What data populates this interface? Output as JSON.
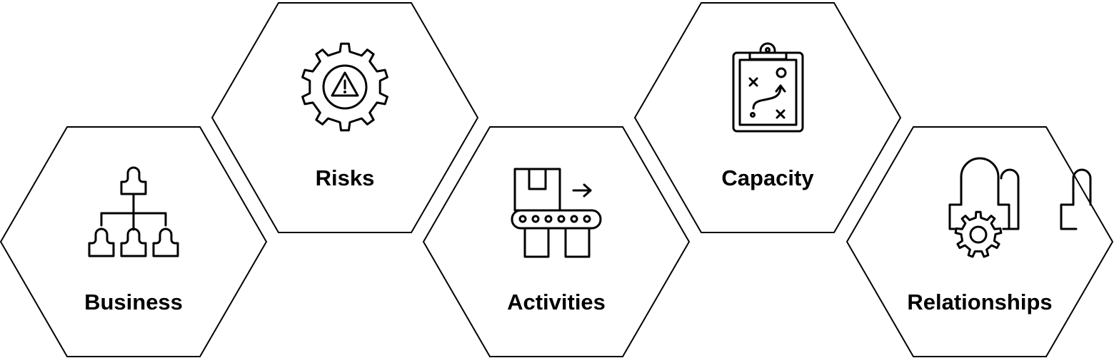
{
  "items": [
    {
      "label": "Business",
      "icon": "org-chart-icon"
    },
    {
      "label": "Risks",
      "icon": "gear-warning-icon"
    },
    {
      "label": "Activities",
      "icon": "conveyor-box-icon"
    },
    {
      "label": "Capacity",
      "icon": "clipboard-strategy-icon"
    },
    {
      "label": "Relationships",
      "icon": "team-gear-icon"
    }
  ],
  "colors": {
    "stroke": "#000000",
    "background": "#ffffff"
  }
}
